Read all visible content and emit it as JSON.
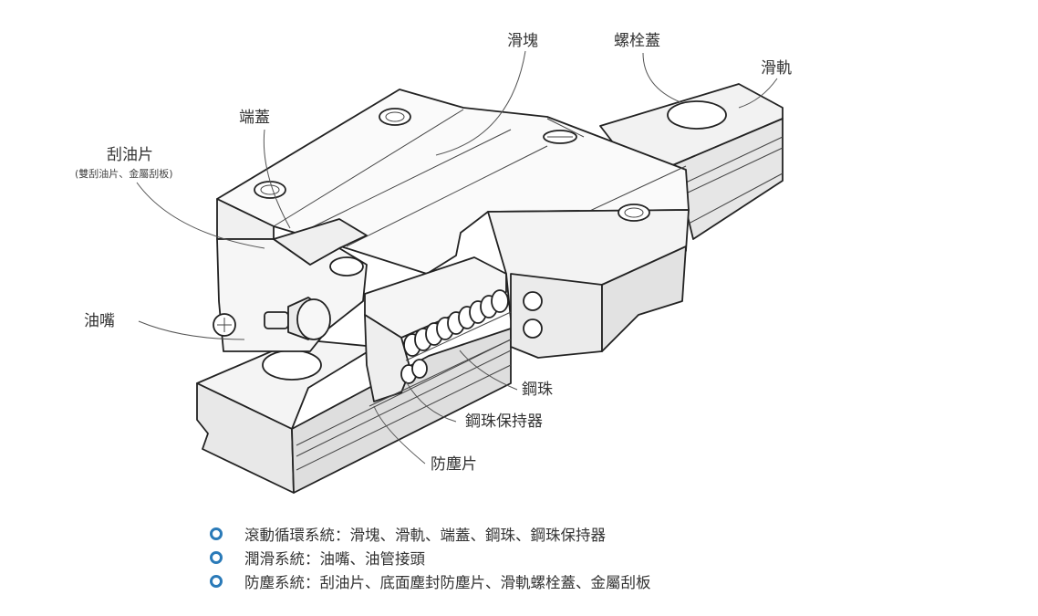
{
  "labels": {
    "slider": "滑塊",
    "bolt_cap": "螺栓蓋",
    "rail": "滑軌",
    "end_cap": "端蓋",
    "scraper": "刮油片",
    "scraper_sub": "(雙刮油片、金屬刮板)",
    "grease_nipple": "油嘴",
    "steel_ball": "鋼珠",
    "ball_retainer": "鋼珠保持器",
    "dust_seal": "防塵片"
  },
  "legend": [
    {
      "text": "滾動循環系統：滑塊、滑軌、端蓋、鋼珠、鋼珠保持器"
    },
    {
      "text": "潤滑系統：油嘴、油管接頭"
    },
    {
      "text": "防塵系統：刮油片、底面塵封防塵片、滑軌螺栓蓋、金屬刮板"
    }
  ],
  "colors": {
    "bullet": "#2a7ab8",
    "lines": "#222222",
    "background": "#ffffff"
  }
}
